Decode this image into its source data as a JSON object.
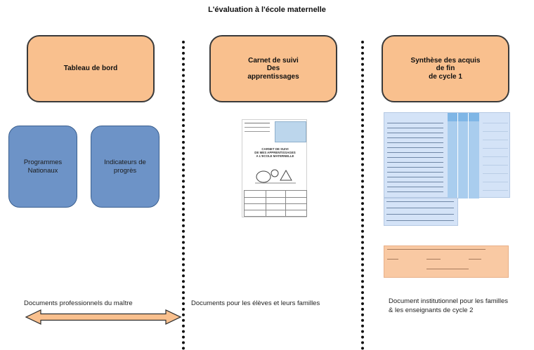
{
  "title": "L'évaluation à l'école maternelle",
  "columns": [
    {
      "header": "Tableau de bord",
      "subboxes": [
        "Programmes\nNationaux",
        "Indicateurs de\nprogrès"
      ],
      "caption": "Documents professionnels du maître"
    },
    {
      "header": "Carnet de suivi\nDes\napprentissages",
      "doc_title": "CARNET DE SUIVI\nDE MES APPRENTISSAGES\nA L'ECOLE MATERNELLE",
      "caption": "Documents pour les élèves et leurs familles"
    },
    {
      "header": "Synthèse des acquis\nde fin\nde cycle 1",
      "caption": "Document institutionnel pour les familles\n& les enseignants de cycle 2"
    }
  ],
  "colors": {
    "orange_fill": "#f9c08e",
    "blue_fill": "#6d93c7",
    "arrow_fill": "#f9c08e"
  }
}
